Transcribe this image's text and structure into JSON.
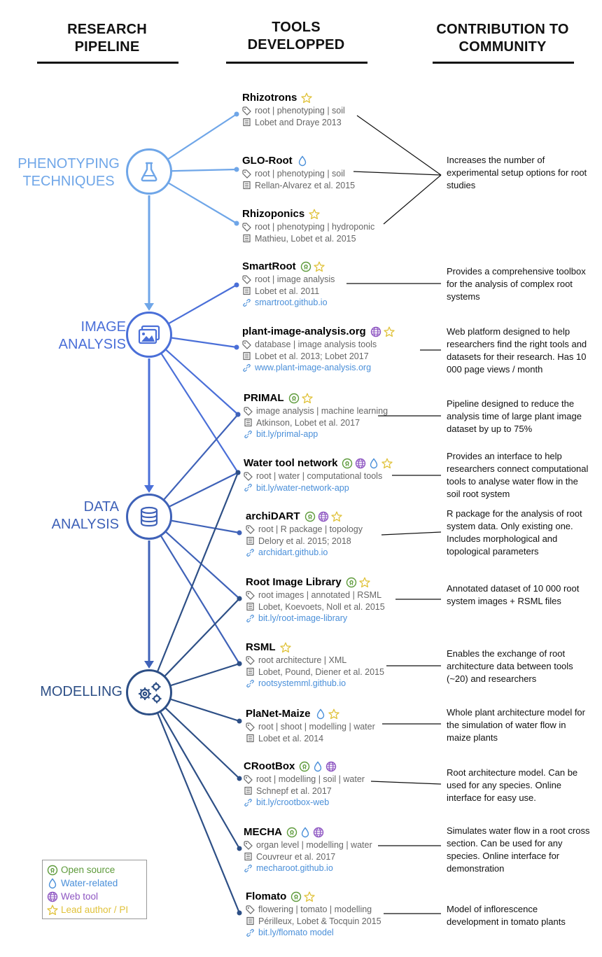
{
  "headers": {
    "pipeline": "RESEARCH PIPELINE",
    "tools": "TOOLS DEVELOPPED",
    "contribution": "CONTRIBUTION TO COMMUNITY"
  },
  "colors": {
    "phenotyping": "#6fa6e8",
    "image": "#4a6fd8",
    "data": "#3f62b8",
    "modelling": "#2d4f86",
    "open_source": "#5d9a3a",
    "water": "#4a8fd9",
    "web": "#8e56c2",
    "lead": "#e0c23a"
  },
  "stages": [
    {
      "id": "phenotyping",
      "label": "PHENOTYPING TECHNIQUES",
      "icon": "flask-icon"
    },
    {
      "id": "image",
      "label": "IMAGE ANALYSIS",
      "icon": "image-icon"
    },
    {
      "id": "data",
      "label": "DATA ANALYSIS",
      "icon": "database-icon"
    },
    {
      "id": "modelling",
      "label": "MODELLING",
      "icon": "gears-icon"
    }
  ],
  "tools": [
    {
      "name": "Rhizotrons",
      "badges": [
        "lead"
      ],
      "tags": "root | phenotyping | soil",
      "ref": "Lobet and Draye 2013",
      "link": ""
    },
    {
      "name": "GLO-Root",
      "badges": [
        "water"
      ],
      "tags": "root | phenotyping | soil",
      "ref": "Rellan-Alvarez et al. 2015",
      "link": ""
    },
    {
      "name": "Rhizoponics",
      "badges": [
        "lead"
      ],
      "tags": "root | phenotyping | hydroponic",
      "ref": "Mathieu, Lobet et al. 2015",
      "link": ""
    },
    {
      "name": "SmartRoot",
      "badges": [
        "open",
        "lead"
      ],
      "tags": "root | image analysis",
      "ref": "Lobet et al. 2011",
      "link": "smartroot.github.io"
    },
    {
      "name": "plant-image-analysis.org",
      "badges": [
        "web",
        "lead"
      ],
      "tags": "database | image analysis tools",
      "ref": "Lobet et al. 2013; Lobet 2017",
      "link": "www.plant-image-analysis.org"
    },
    {
      "name": "PRIMAL",
      "badges": [
        "open",
        "lead"
      ],
      "tags": "image analysis | machine learning",
      "ref": "Atkinson, Lobet et al. 2017",
      "link": "bit.ly/primal-app"
    },
    {
      "name": "Water tool network",
      "badges": [
        "open",
        "web",
        "water",
        "lead"
      ],
      "tags": "root | water | computational tools",
      "ref": "",
      "link": "bit.ly/water-network-app"
    },
    {
      "name": "archiDART",
      "badges": [
        "open",
        "web",
        "lead"
      ],
      "tags": "root | R package | topology",
      "ref": "Delory et al. 2015; 2018",
      "link": "archidart.github.io"
    },
    {
      "name": "Root Image Library",
      "badges": [
        "open",
        "lead"
      ],
      "tags": "root images | annotated | RSML",
      "ref": "Lobet, Koevoets, Noll et al. 2015",
      "link": "bit.ly/root-image-library"
    },
    {
      "name": "RSML",
      "badges": [
        "lead"
      ],
      "tags": "root architecture | XML",
      "ref": "Lobet, Pound, Diener et al. 2015",
      "link": "rootsystemml.github.io"
    },
    {
      "name": "PlaNet-Maize",
      "badges": [
        "water",
        "lead"
      ],
      "tags": "root | shoot | modelling | water",
      "ref": "Lobet et al. 2014",
      "link": ""
    },
    {
      "name": "CRootBox",
      "badges": [
        "open",
        "water",
        "web"
      ],
      "tags": "root | modelling | soil | water",
      "ref": "Schnepf et al. 2017",
      "link": "bit.ly/crootbox-web"
    },
    {
      "name": "MECHA",
      "badges": [
        "open",
        "water",
        "web"
      ],
      "tags": "organ level | modelling | water",
      "ref": "Couvreur et al. 2017",
      "link": "mecharoot.github.io"
    },
    {
      "name": "Flomato",
      "badges": [
        "open",
        "lead"
      ],
      "tags": "flowering | tomato | modelling",
      "ref": "Périlleux, Lobet & Tocquin 2015",
      "link": "bit.ly/flomato model"
    }
  ],
  "contributions": [
    {
      "text": "Increases the number of experimental setup options for root studies"
    },
    {
      "text": "Provides a comprehensive toolbox for the analysis of complex root systems"
    },
    {
      "text": "Web platform designed to help researchers find the right tools and datasets for their research. Has 10 000 page views / month"
    },
    {
      "text": "Pipeline designed to reduce the analysis time of large plant image dataset by up to 75%"
    },
    {
      "text": "Provides an interface to help researchers connect computational tools to analyse water flow in the soil root system"
    },
    {
      "text": "R package for the analysis of root system data. Only existing one. Includes morphological and topological parameters"
    },
    {
      "text": "Annotated dataset of 10 000 root system images + RSML files"
    },
    {
      "text": "Enables the exchange of root architecture data between tools (~20) and researchers"
    },
    {
      "text": "Whole plant architecture model for the simulation of water flow in maize plants"
    },
    {
      "text": "Root architecture model. Can be used for any species. Online interface for easy use."
    },
    {
      "text": "Simulates water flow in a root cross section. Can be used for any species. Online interface for demonstration"
    },
    {
      "text": "Model of inflorescence development in tomato plants"
    }
  ],
  "legend": {
    "open_source": "Open source",
    "water": "Water-related",
    "web": "Web tool",
    "lead": "Lead author / PI"
  }
}
